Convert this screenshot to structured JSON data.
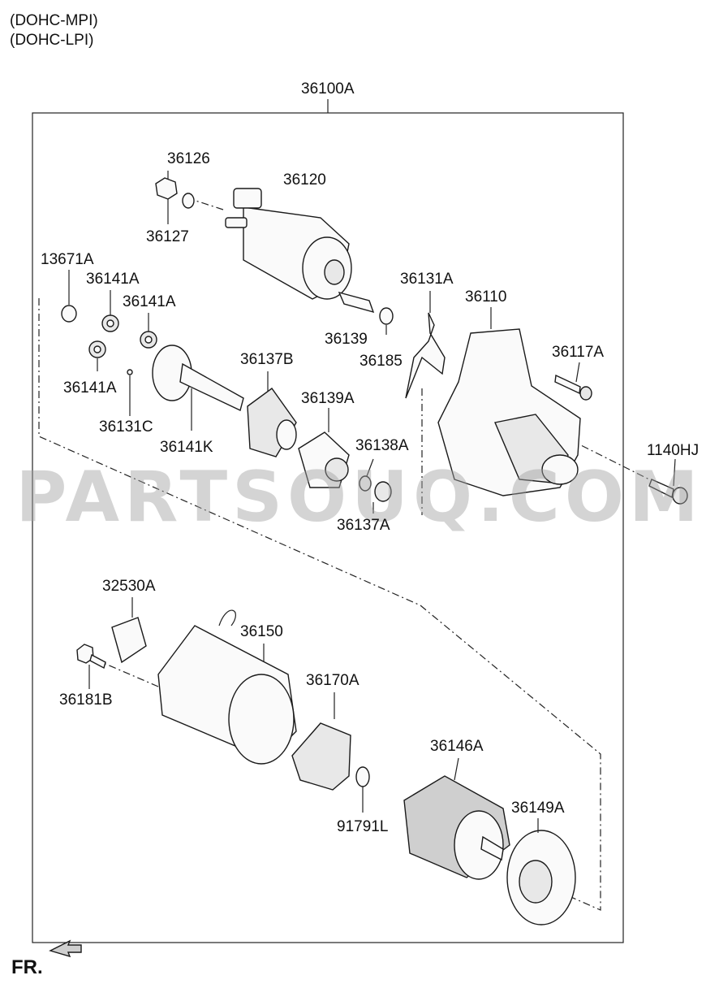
{
  "header": {
    "variant_1": "(DOHC-MPI)",
    "variant_2": "(DOHC-LPI)"
  },
  "assembly_label": "36100A",
  "watermark": "PARTSOUQ.COM",
  "direction_label": "FR.",
  "callouts": {
    "c36126": "36126",
    "c36127": "36127",
    "c36120": "36120",
    "c13671A": "13671A",
    "c36141A_1": "36141A",
    "c36141A_2": "36141A",
    "c36141A_3": "36141A",
    "c36131C": "36131C",
    "c36141K": "36141K",
    "c36137B": "36137B",
    "c36139": "36139",
    "c36185": "36185",
    "c36131A": "36131A",
    "c36110": "36110",
    "c36117A": "36117A",
    "c36139A": "36139A",
    "c36138A": "36138A",
    "c36137A": "36137A",
    "c1140HJ": "1140HJ",
    "c32530A": "32530A",
    "c36150": "36150",
    "c36181B": "36181B",
    "c36170A": "36170A",
    "c36146A": "36146A",
    "c36149A": "36149A",
    "c91791L": "91791L"
  }
}
